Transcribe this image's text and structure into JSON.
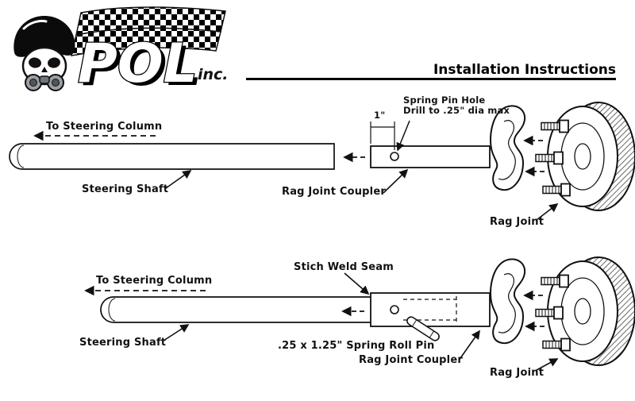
{
  "logo": {
    "text": "POL",
    "suffix": "inc."
  },
  "header": {
    "title": "Installation Instructions"
  },
  "diagram_top": {
    "to_steering_column": "To Steering Column",
    "steering_shaft_label": "Steering Shaft",
    "spring_pin_hole_label": "Spring Pin Hole",
    "drill_note": "Drill to .25\" dia max",
    "dimension_label": "1\"",
    "rag_joint_coupler_label": "Rag Joint Coupler",
    "rag_joint_label": "Rag Joint"
  },
  "diagram_bottom": {
    "to_steering_column": "To Steering Column",
    "steering_shaft_label": "Steering Shaft",
    "stitch_weld_label": "Stich Weld Seam",
    "spring_roll_pin_label": ".25 x 1.25\" Spring Roll Pin",
    "rag_joint_coupler_label": "Rag Joint Coupler",
    "rag_joint_label": "Rag Joint"
  },
  "colors": {
    "ink": "#111111",
    "background": "#ffffff"
  }
}
